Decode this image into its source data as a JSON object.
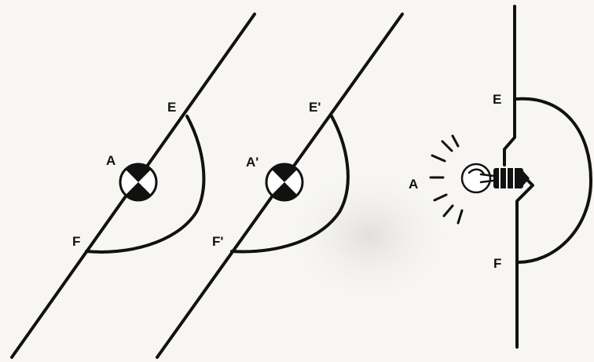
{
  "diagram1": {
    "E": "E",
    "A": "A",
    "F": "F"
  },
  "diagram2": {
    "E": "E'",
    "A": "A'",
    "F": "F'"
  },
  "diagram3": {
    "E": "E",
    "A": "A",
    "F": "F"
  },
  "colors": {
    "ink": "#111111",
    "paper": "#f7f6f3",
    "lamp_fill": "#ffffff"
  },
  "icons": [
    "lamp-symbol-icon",
    "light-bulb-icon"
  ]
}
